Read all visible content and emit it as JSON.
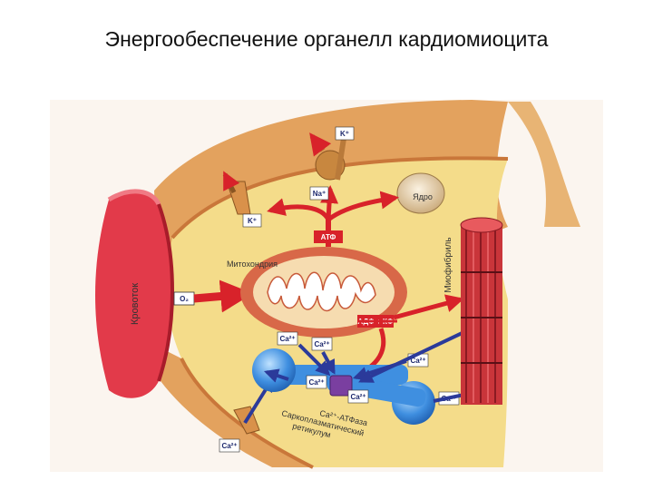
{
  "slide": {
    "title": "Энергообеспечение органелл кардиомиоцита"
  },
  "labels": {
    "capillary": "Кровоток",
    "mitochondrion": "Митохондрия",
    "nucleus": "Ядро",
    "myofibril": "Миофибриль",
    "atp": "АТФ",
    "adp": "АДФ + КФ",
    "oxygen": "O₂",
    "pump": "Ca²⁺-АТФаза",
    "sr_line1": "Саркоплазматический",
    "sr_line2": "ретикулум"
  },
  "ions": {
    "k_top": "K⁺",
    "na": "Na⁺",
    "k_left": "K⁺",
    "ca_a": "Ca²⁺",
    "ca_b": "Ca²⁺",
    "ca_c": "Ca²⁺",
    "ca_d": "Ca²⁺",
    "ca_e": "Ca²⁺",
    "ca_f": "Ca²⁺",
    "ca_g": "Ca²⁺"
  },
  "colors": {
    "cytoplasm": "#f4dc8a",
    "membrane": "#d9914a",
    "capillary": "#e23a4a",
    "arrow_red": "#d8222a",
    "arrow_blue": "#2b3a9a",
    "sr": "#3f8fe0"
  }
}
